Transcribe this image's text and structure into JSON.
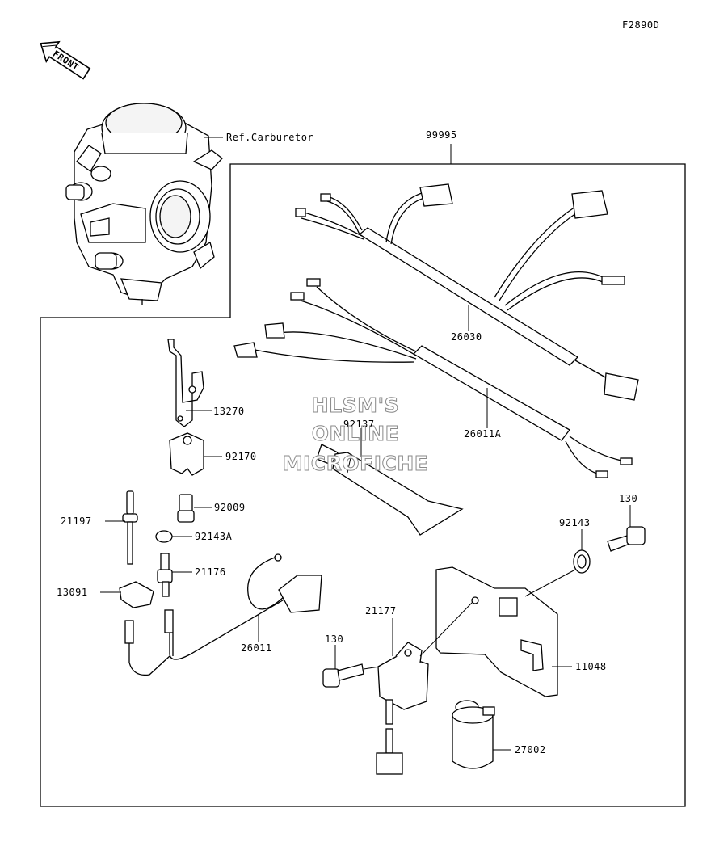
{
  "figure_code": "F2890D",
  "front_label": "FRONT",
  "ref_carburetor": "Ref.Carburetor",
  "watermark": {
    "line1": "HLSM'S",
    "line2": "ONLINE",
    "line3": "MICROFICHE"
  },
  "parts": {
    "p99995": "99995",
    "p26030": "26030",
    "p26011A": "26011A",
    "p13270": "13270",
    "p92137": "92137",
    "p92170": "92170",
    "p92009": "92009",
    "p21197": "21197",
    "p92143A": "92143A",
    "p21176": "21176",
    "p13091": "13091",
    "p26011": "26011",
    "p92143": "92143",
    "p130_right": "130",
    "p21177": "21177",
    "p130_left": "130",
    "p11048": "11048",
    "p27002": "27002"
  }
}
